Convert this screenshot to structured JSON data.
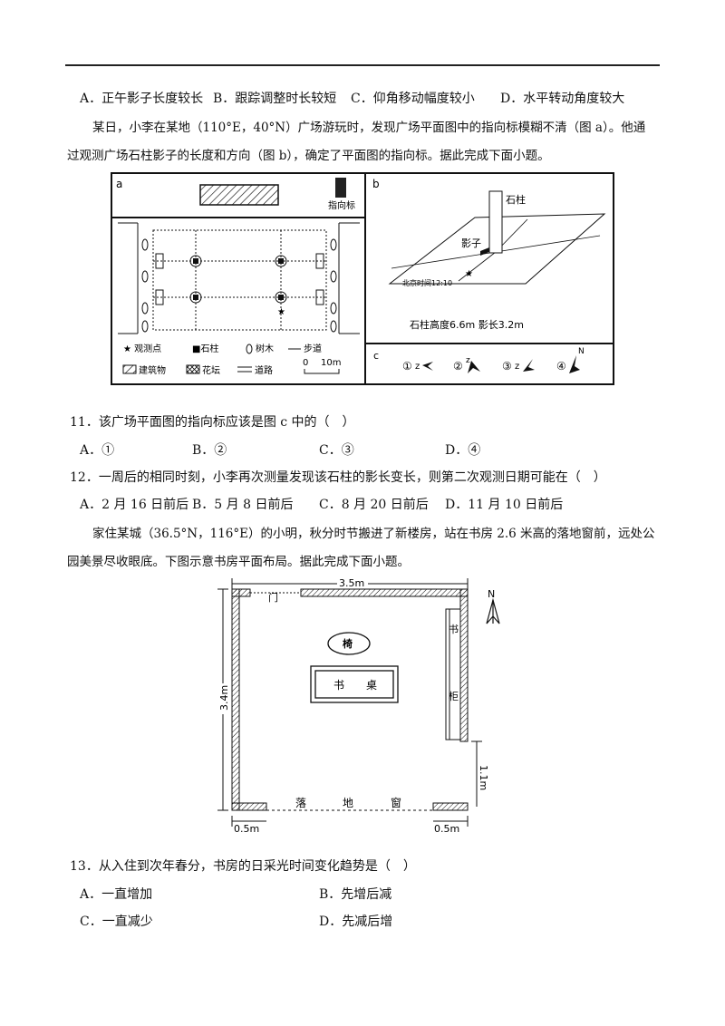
{
  "q10_options": {
    "a": "A．正午影子长度较长",
    "b": "B．跟踪调整时长较短",
    "c": "C．仰角移动幅度较小",
    "d": "D．水平转动角度较大"
  },
  "passage1": {
    "line1": "某日，小李在某地（110°E，40°N）广场游玩时，发现广场平面图中的指向标模糊不清（图 a）。他通",
    "line2": "过观测广场石柱影子的长度和方向（图 b），确定了平面图的指向标。据此完成下面小题。"
  },
  "figure1": {
    "a_label": "a",
    "b_label": "b",
    "c_label": "c",
    "compass_label": "指向标",
    "legend": {
      "observe": "★ 观测点",
      "pillar": "■石柱",
      "tree": "树木",
      "path": "步道",
      "building": "建筑物",
      "flowerbed": "花坛",
      "road": "道路",
      "scale_zero": "0",
      "scale_ten": "10m"
    },
    "b_pillar_label": "石柱",
    "b_shadow_label": "影子",
    "b_time_label": "北京时间12:10",
    "b_caption": "石柱高度6.6m 影长3.2m",
    "c_opt1": "①",
    "c_opt2": "②",
    "c_opt3": "③",
    "c_opt4": "④",
    "north_letter": "N"
  },
  "q11": {
    "stem": "11．该广场平面图的指向标应该是图 c 中的（　）",
    "a": "A．①",
    "b": "B．②",
    "c": "C．③",
    "d": "D．④"
  },
  "q12": {
    "stem": "12．一周后的相同时刻，小李再次测量发现该石柱的影长变长，则第二次观测日期可能在（　）",
    "a": "A．2 月 16 日前后",
    "b": "B．5 月 8 日前后",
    "c": "C．8 月 20 日前后",
    "d": "D．11 月 10 日前后"
  },
  "passage2": {
    "line1": "家住某城（36.5°N，116°E）的小明，秋分时节搬进了新楼房，站在书房 2.6 米高的落地窗前，远处公",
    "line2": "园美景尽收眼底。下图示意书房平面布局。据此完成下面小题。"
  },
  "figure2": {
    "width_label": "3.5m",
    "height_label": "3.4m",
    "door": "门",
    "chair": "椅",
    "desk_1": "书",
    "desk_2": "桌",
    "cabinet_1": "书",
    "cabinet_2": "柜",
    "window_1": "落",
    "window_2": "地",
    "window_3": "窗",
    "right_len": "1.1m",
    "left_wall": "0.5m",
    "right_wall": "0.5m",
    "north": "N"
  },
  "q13": {
    "stem": "13．从入住到次年春分，书房的日采光时间变化趋势是（　）",
    "a": "A．一直增加",
    "b": "B．先增后减",
    "c": "C．一直减少",
    "d": "D．先减后增"
  }
}
